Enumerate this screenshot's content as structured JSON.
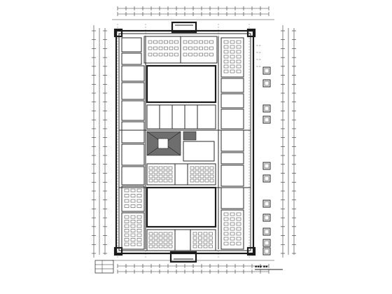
{
  "drawing": {
    "dimension_ticks": 19,
    "side_ticks": 26
  },
  "side_boxes": [
    {
      "id": "box-1"
    },
    {
      "id": "box-2"
    },
    {
      "id": "box-3"
    },
    {
      "id": "box-4"
    },
    {
      "id": "box-5"
    },
    {
      "id": "box-6"
    },
    {
      "id": "box-7"
    },
    {
      "id": "box-8"
    },
    {
      "id": "box-9"
    },
    {
      "id": "box-10"
    },
    {
      "id": "box-11"
    }
  ]
}
